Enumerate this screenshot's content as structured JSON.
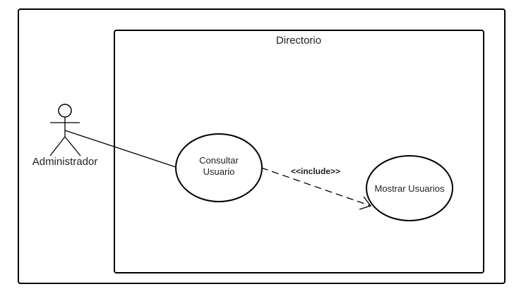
{
  "diagram": {
    "system_label": "Directorio",
    "actor": {
      "label": "Administrador"
    },
    "use_cases": [
      {
        "id": "consultar",
        "lines": [
          "Consultar",
          "Usuario"
        ]
      },
      {
        "id": "mostrar",
        "lines": [
          "Mostrar Usuarios"
        ]
      }
    ],
    "relations": [
      {
        "from": "Administrador",
        "to": "consultar",
        "type": "association"
      },
      {
        "from": "consultar",
        "to": "mostrar",
        "type": "include",
        "label": "<<include>>"
      }
    ]
  }
}
